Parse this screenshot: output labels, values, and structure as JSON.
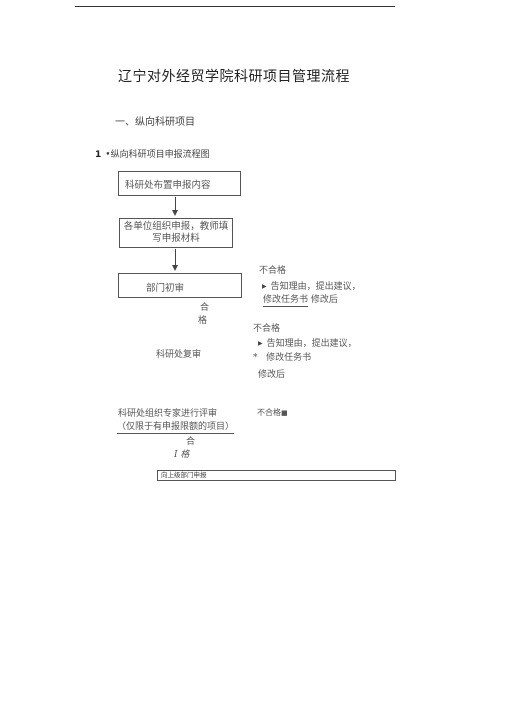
{
  "doc": {
    "title": "辽宁对外经贸学院科研项目管理流程",
    "section_1": "一、纵向科研项目",
    "subsection_num": "1",
    "subsection_label": "•纵向科研项目申报流程图"
  },
  "flow": {
    "step1": "科研处布置申报内容",
    "step2_line1": "各单位组织申报，教师填",
    "step2_line2": "写申报材料",
    "step3": "部门初审",
    "step3_pass_1": "合",
    "step3_pass_2": "格",
    "step3_fail": "不合格",
    "step3_fail_reason": "告知理由，提出建议，",
    "step3_fail_action": "修改任务书",
    "step3_fail_after": "修改后",
    "step4": "科研处复审",
    "step4_fail": "不合格",
    "step4_fail_reason": "告知理由，提出建议，",
    "step4_fail_mark": "*",
    "step4_fail_action": "修改任务书",
    "step4_fail_after": "修改后",
    "step5_line1": "科研处组织专家进行评审",
    "step5_line2": "（仅限于有申报限额的项目）",
    "step5_fail": "不合格",
    "step5_pass_1": "合",
    "step5_pass_2": "I 格",
    "step6": "向上级部门申报"
  }
}
